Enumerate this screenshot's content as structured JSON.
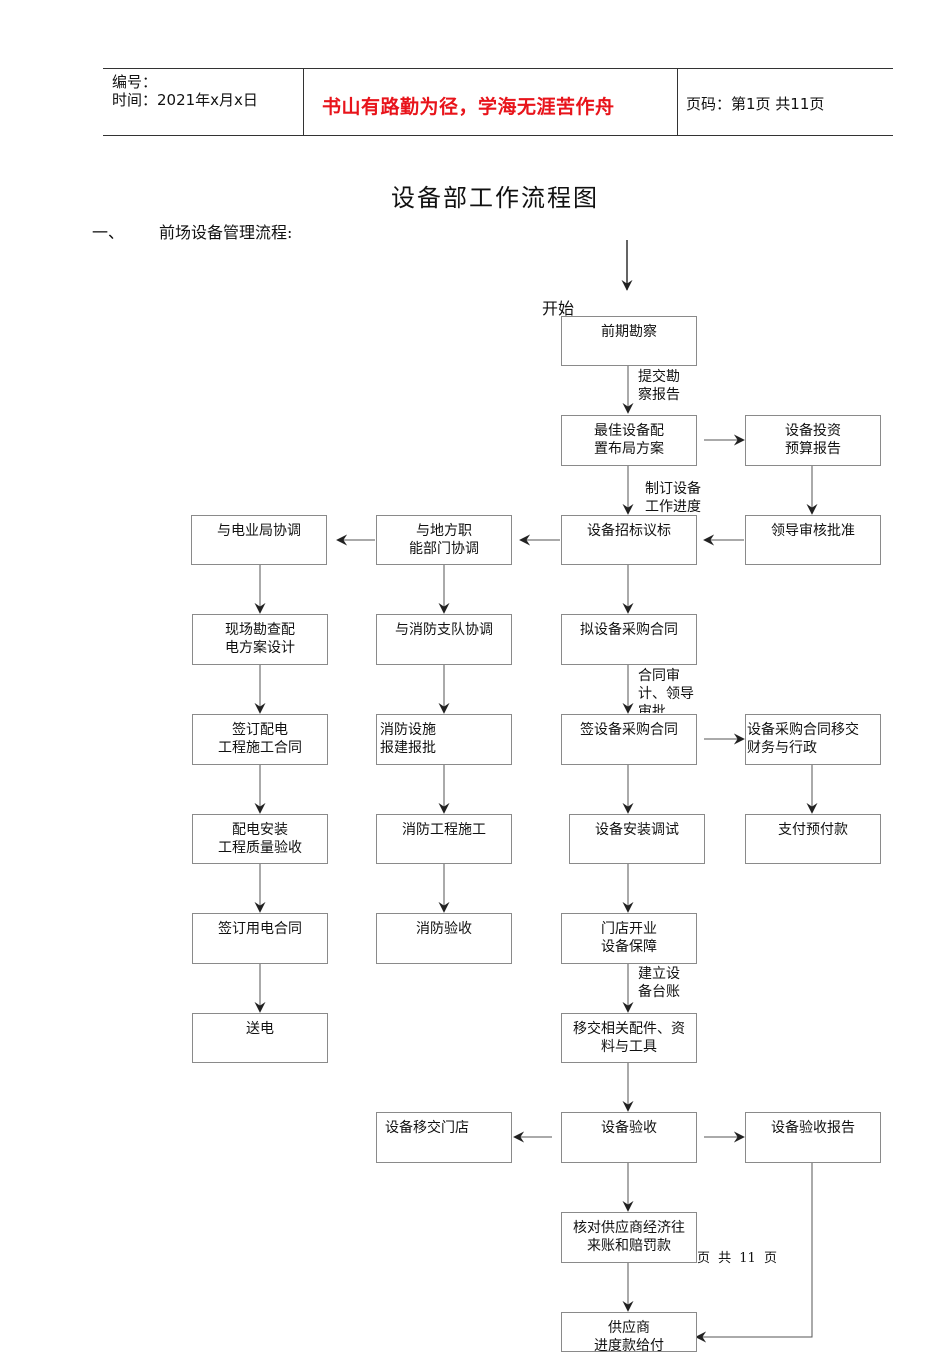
{
  "header": {
    "number_label": "编号：",
    "date_label": "时间：2021年x月x日",
    "motto": "书山有路勤为径，学海无涯苦作舟",
    "page_label": "页码：第1页  共11页"
  },
  "doc": {
    "title": "设备部工作流程图",
    "section_num": "一、",
    "section_title": "前场设备管理流程:"
  },
  "flow": {
    "start": "开始",
    "boxes": {
      "survey": "前期勘察",
      "layout": "最佳设备配\n置布局方案",
      "budget": "设备投资\n预算报告",
      "approve": "领导审核批准",
      "tender": "设备招标议标",
      "local": "与地方职\n能部门协调",
      "power_bureau": "与电业局协调",
      "site_design": "现场勘查配\n电方案设计",
      "sign_power": "签订配电\n工程施工合同",
      "power_accept": "配电安装\n工程质量验收",
      "sign_elec": "签订用电合同",
      "send_power": "送电",
      "fire_coord": "与消防支队协调",
      "fire_report": "消防设施\n报建报批",
      "fire_build": "消防工程施工",
      "fire_accept": "消防验收",
      "draft_contract": "拟设备采购合同",
      "sign_contract": "签设备采购合同",
      "transfer_fin": "设备采购合同移交\n财务与行政",
      "prepay": "支付预付款",
      "install": "设备安装调试",
      "opening": "门店开业\n设备保障",
      "handover_parts": "移交相关配件、资\n料与工具",
      "accept": "设备验收",
      "to_store": "设备移交门店",
      "accept_report": "设备验收报告",
      "reconcile": "核对供应商经济往\n来账和赔罚款",
      "supplier_pay": "供应商\n进度款给付"
    },
    "labels": {
      "l1": "提交勘\n察报告",
      "l2": "制订设备\n工作进度",
      "l3": "合同审\n计、领导\n审批",
      "l4": "建立设\n备台账"
    }
  },
  "footer": {
    "page": "页 共 11 页"
  }
}
